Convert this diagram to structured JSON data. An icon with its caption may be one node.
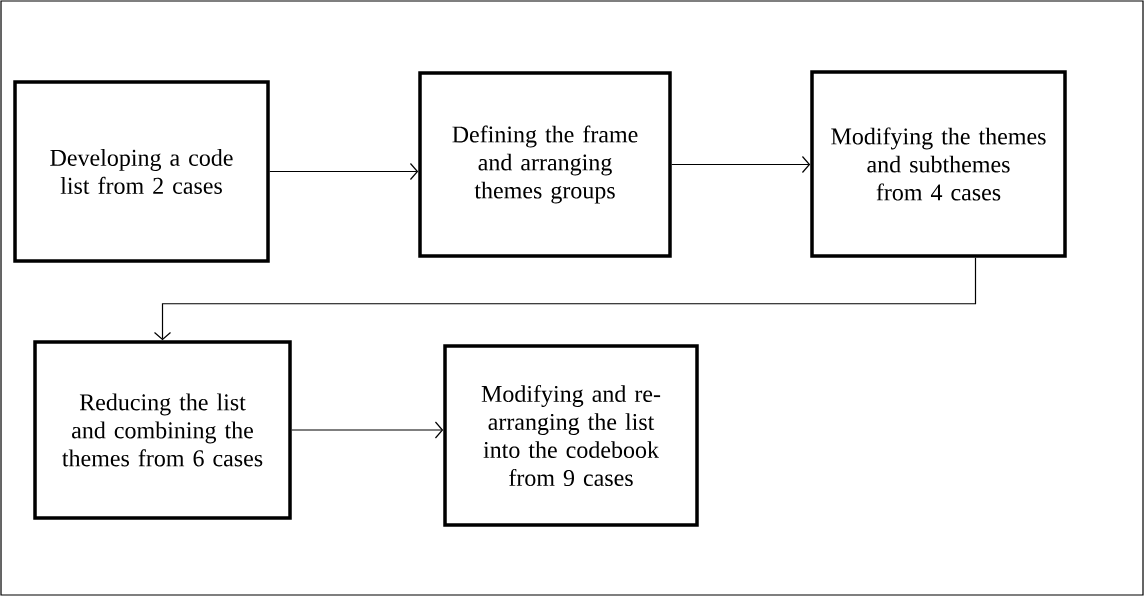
{
  "diagram": {
    "nodes": [
      {
        "text": [
          "Developing a code list from 2 cases"
        ]
      },
      {
        "text": [
          "Defining the frame and arranging themes groups"
        ]
      },
      {
        "text": [
          "Modifying the themes and subthemes from 4 cases"
        ]
      },
      {
        "text": [
          "Reducing the list and combining the themes from 6 cases"
        ]
      },
      {
        "text": [
          "Modifying and re-arranging the list into the codebook from 9 cases"
        ]
      }
    ],
    "edges": [
      {
        "from": 0,
        "to": 1,
        "arrow": "to"
      },
      {
        "from": 1,
        "to": 2,
        "arrow": "to"
      },
      {
        "from": 2,
        "to": 3,
        "arrow": "to"
      },
      {
        "from": 3,
        "to": 4,
        "arrow": "to"
      }
    ]
  }
}
